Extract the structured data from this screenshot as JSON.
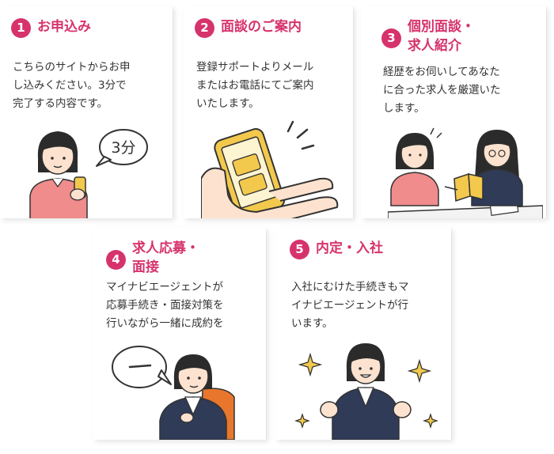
{
  "colors": {
    "accent": "#d6336c",
    "text": "#333333",
    "card_bg": "#ffffff",
    "phone_yellow": "#f2c94c",
    "shirt_pink": "#f08c8c",
    "suit_navy": "#2f3b57"
  },
  "steps": [
    {
      "number": "1",
      "title": "お申込み",
      "desc": "こちらのサイトからお申\nし込みください。3分で\n完了する内容です。",
      "speech": "3分",
      "icon": "woman-with-phone-illustration"
    },
    {
      "number": "2",
      "title": "面談のご案内",
      "desc": "登録サポートよりメール\nまたはお電話にてご案内\nいたします。",
      "icon": "hand-holding-phone-illustration"
    },
    {
      "number": "3",
      "title": "個別面談・\n求人紹介",
      "desc": "経歴をお伺いしてあなた\nに合った求人を厳選いた\nします。",
      "icon": "interview-meeting-illustration"
    },
    {
      "number": "4",
      "title": "求人応募・\n面接",
      "desc": "マイナビエージェントが\n応募手続き・面接対策を\n行いながら一緒に成約を",
      "icon": "job-interview-illustration"
    },
    {
      "number": "5",
      "title": "内定・入社",
      "desc": "入社にむけた手続きもマ\nイナビエージェントが行\nいます。",
      "icon": "celebration-illustration"
    }
  ]
}
